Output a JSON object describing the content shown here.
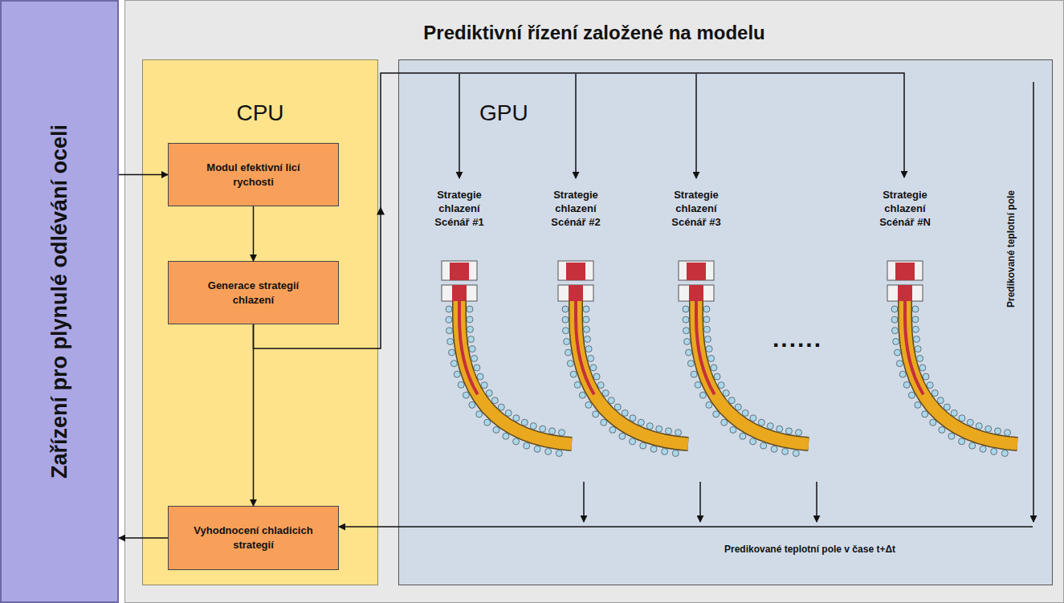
{
  "diagram": {
    "nodes": [
      {
        "text": [
          "Zařízení pro plynulé odlévání oceli"
        ]
      },
      {
        "text": [
          "Prediktivní řízení založené na modelu"
        ]
      },
      {
        "text": [
          "CPU"
        ],
        "in": 1
      },
      {
        "text": [
          "GPU"
        ],
        "in": 1
      },
      {
        "text": [
          "Modul efektivní licí rychosti"
        ],
        "in": 2
      },
      {
        "text": [
          "Generace strategií chlazení"
        ],
        "in": 2
      },
      {
        "text": [
          "Vyhodnocení chladicich strategií"
        ],
        "in": 2
      }
    ],
    "edges": [
      {
        "from": 0,
        "to": 4,
        "arrow": "to"
      },
      {
        "from": 4,
        "to": 5,
        "arrow": "to"
      },
      {
        "from": 5,
        "to": 6,
        "arrow": "to"
      },
      {
        "from": 5,
        "to": 3,
        "arrow": "to"
      },
      {
        "from": 3,
        "to": 6,
        "arrow": "to"
      },
      {
        "from": 6,
        "to": 0,
        "arrow": "to"
      }
    ],
    "labels": [
      "Strategie chlazení Scénář #1",
      "Strategie chlazení Scénář #2",
      "Strategie chlazení Scénář #3",
      "Strategie chlazení Scénář #N",
      "......",
      "Predikované teplotní pole",
      "Predikované teplotní pole v čase t+Δt"
    ]
  }
}
